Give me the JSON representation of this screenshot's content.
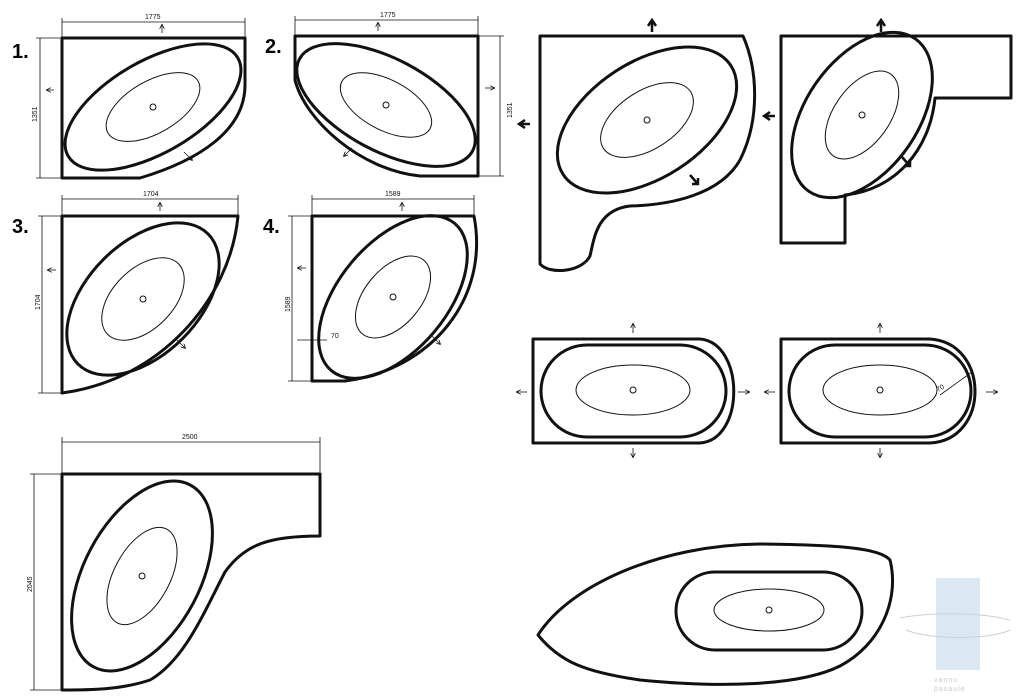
{
  "labels": {
    "n1": "1.",
    "n2": "2.",
    "n3": "3.",
    "n4": "4."
  },
  "dimensions": {
    "d1_width": "1775",
    "d1_height": "1351",
    "d2_width": "1775",
    "d2_height": "1351",
    "d3_width": "1704",
    "d3_height": "1704",
    "d4_width": "1589",
    "d4_height": "1589",
    "d4_rim": "70",
    "oval_rim": "70",
    "big_width": "2500",
    "big_height": "2045"
  },
  "watermark": {
    "line1": "vannu",
    "line2": "pasaule"
  },
  "colors": {
    "stroke": "#111111",
    "watermark": "#cfe0ee"
  }
}
